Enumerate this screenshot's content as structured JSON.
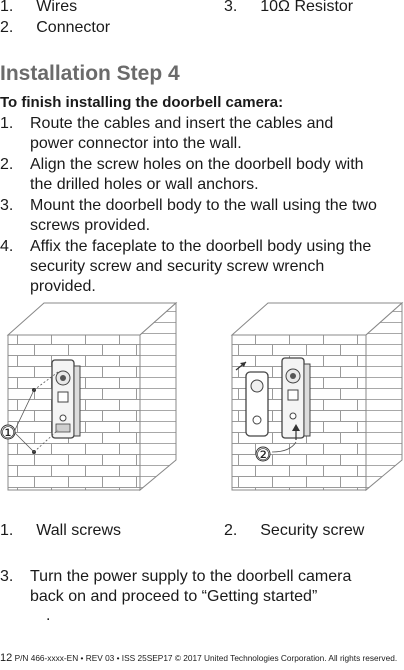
{
  "parts_list": [
    {
      "num": "1.",
      "label": "Wires"
    },
    {
      "num": "2.",
      "label": "Connector"
    },
    {
      "num": "3.",
      "label": "10Ω Resistor"
    }
  ],
  "section_title": "Installation Step 4",
  "intro": "To finish installing the doorbell camera:",
  "steps": [
    {
      "num": "1.",
      "lines": [
        "Route the cables and insert the cables and",
        "power connector into the wall."
      ]
    },
    {
      "num": "2.",
      "lines": [
        "Align the screw holes on the doorbell body with",
        "the drilled holes or wall anchors."
      ]
    },
    {
      "num": "3.",
      "lines": [
        "Mount the doorbell body to the wall using the two",
        "screws provided."
      ]
    },
    {
      "num": "4.",
      "lines": [
        "Affix the faceplate to the doorbell body using the",
        "security screw and security screw wrench",
        "provided."
      ]
    }
  ],
  "figure_callouts": [
    "①",
    "②"
  ],
  "figure_legend": [
    {
      "num": "1.",
      "label": "Wall screws"
    },
    {
      "num": "2.",
      "label": "Security screw"
    }
  ],
  "final_step": {
    "num": "3.",
    "lines": [
      "Turn the power supply to the doorbell camera",
      "back on and proceed to “Getting started”"
    ],
    "trailing_mark": "."
  },
  "footer": {
    "page_number": "12",
    "text": "P/N 466-xxxx-EN • REV 03 • ISS 25SEP17 © 2017 United Technologies Corporation. All rights reserved."
  }
}
